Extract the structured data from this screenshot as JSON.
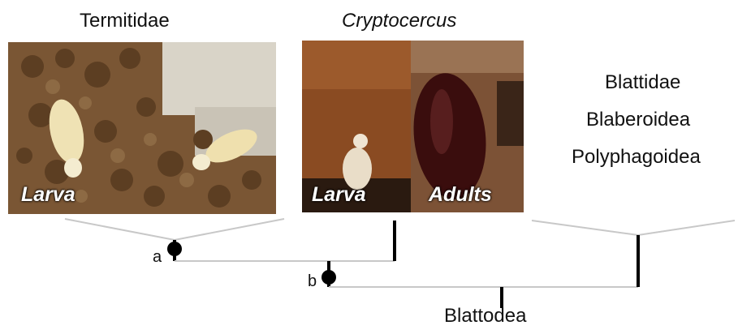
{
  "taxa": {
    "termitidae": "Termitidae",
    "cryptocercus": "Cryptocercus",
    "blattidae": "Blattidae",
    "blaberoidea": "Blaberoidea",
    "polyphagoidea": "Polyphagoidea"
  },
  "photo_captions": {
    "termite_larva": "Larva",
    "cryptocercus_larva": "Larva",
    "cryptocercus_adults": "Adults"
  },
  "nodes": {
    "a": "a",
    "b": "b"
  },
  "clade": "Blattodea",
  "colors": {
    "branch": "#c8c8c8",
    "stem": "#000000",
    "node_marker": "#000000",
    "termite_soil": "#6b4a2a",
    "roach_adult": "#3a0d0d"
  }
}
